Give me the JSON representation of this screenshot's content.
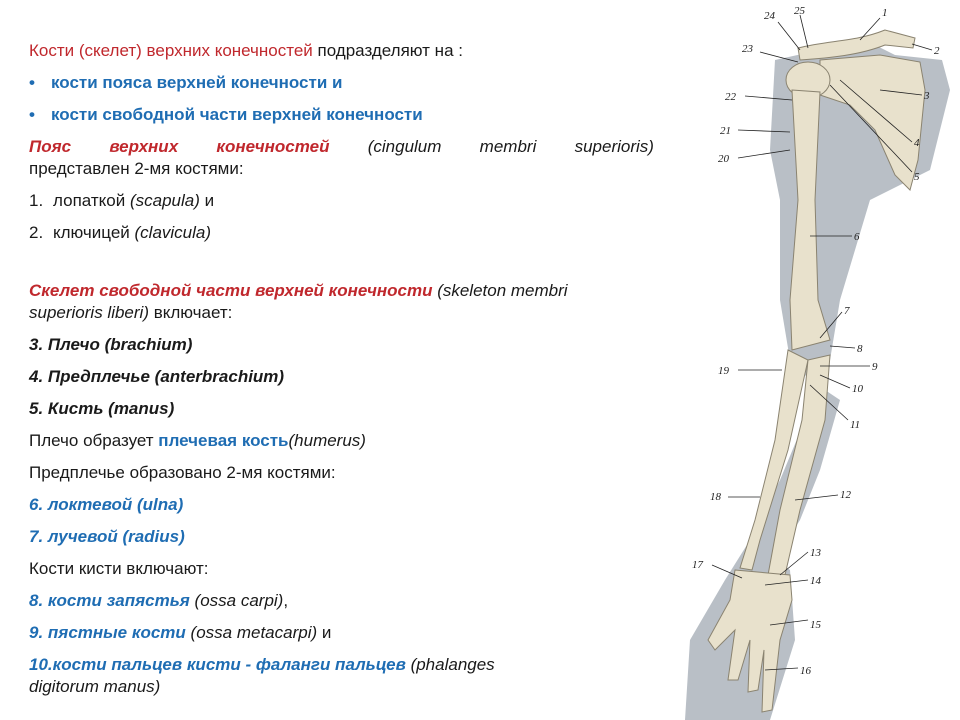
{
  "intro": {
    "title_red": "Кости (скелет) верхних конечностей",
    "title_rest": " подразделяют на :",
    "bullets": [
      "кости пояса верхней конечности и",
      "кости свободной части верхней конечности"
    ]
  },
  "girdle": {
    "w1": "Пояс",
    "w2": "верхних",
    "w3": "конечностей",
    "w4": "(cingulum",
    "w5": "membri",
    "w6": "superioris)",
    "line2": "представлен 2-мя костями:",
    "items": [
      {
        "num": "1.",
        "text": "лопаткой ",
        "latin": "(scapula)",
        "tail": "  и"
      },
      {
        "num": "2.",
        "text": "ключицей ",
        "latin": "(clavicula)",
        "tail": ""
      }
    ]
  },
  "free": {
    "red": "Скелет свободной части верхней конечности",
    "latin1": " (skeleton membri",
    "latin2": "superioris liberi)",
    "rest2": " включает:",
    "parts": [
      {
        "num": "3.",
        "name": "Плечо",
        "latin": "(brachium)"
      },
      {
        "num": "4.",
        "name": "Предплечье",
        "latin": "(anterbrachium)"
      },
      {
        "num": "5.",
        "name": "Кисть",
        "latin": "(manus)"
      }
    ]
  },
  "humerus": {
    "pre": "Плечо образует ",
    "blue": "плечевая кость",
    "latin": "(humerus)"
  },
  "forearm": {
    "line": "Предплечье образовано 2-мя костями:",
    "items": [
      {
        "num": "6.",
        "name": "локтевой ",
        "latin": "(ulna)"
      },
      {
        "num": "7.",
        "name": "лучевой ",
        "latin": "(radius)"
      }
    ]
  },
  "hand": {
    "line": "Кости кисти включают:",
    "item8": {
      "num": "8.",
      "name": "кости запястья",
      "latin": " (ossa carpi)",
      "tail": ","
    },
    "item9": {
      "num": "9.",
      "name": "пястные кости",
      "latin": " (ossa metacarpi)",
      "tail": " и"
    },
    "item10": {
      "num": "10.",
      "name": "кости пальцев кисти - фаланги пальцев",
      "latin1": " (phalanges",
      "latin2": "digitorum manus)"
    }
  },
  "figure_labels": [
    "1",
    "2",
    "3",
    "4",
    "5",
    "6",
    "7",
    "8",
    "9",
    "10",
    "11",
    "12",
    "13",
    "14",
    "15",
    "16",
    "17",
    "18",
    "19",
    "20",
    "21",
    "22",
    "23",
    "24",
    "25"
  ],
  "colors": {
    "red": "#c0282d",
    "blue": "#1f6db3",
    "shadow": "#b9bfc6",
    "bone": "#e8e1cc"
  }
}
